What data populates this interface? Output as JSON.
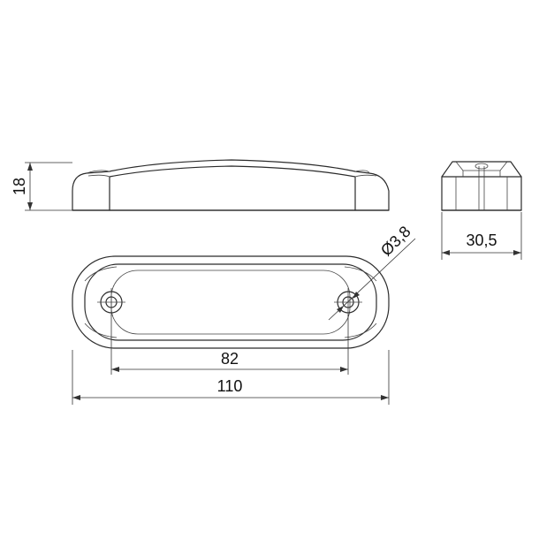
{
  "dimensions": {
    "height": "18",
    "width": "30,5",
    "hole_diameter": "Ø3,8",
    "hole_spacing": "82",
    "overall_length": "110"
  },
  "colors": {
    "line": "#2b2b2b",
    "background": "#ffffff"
  }
}
